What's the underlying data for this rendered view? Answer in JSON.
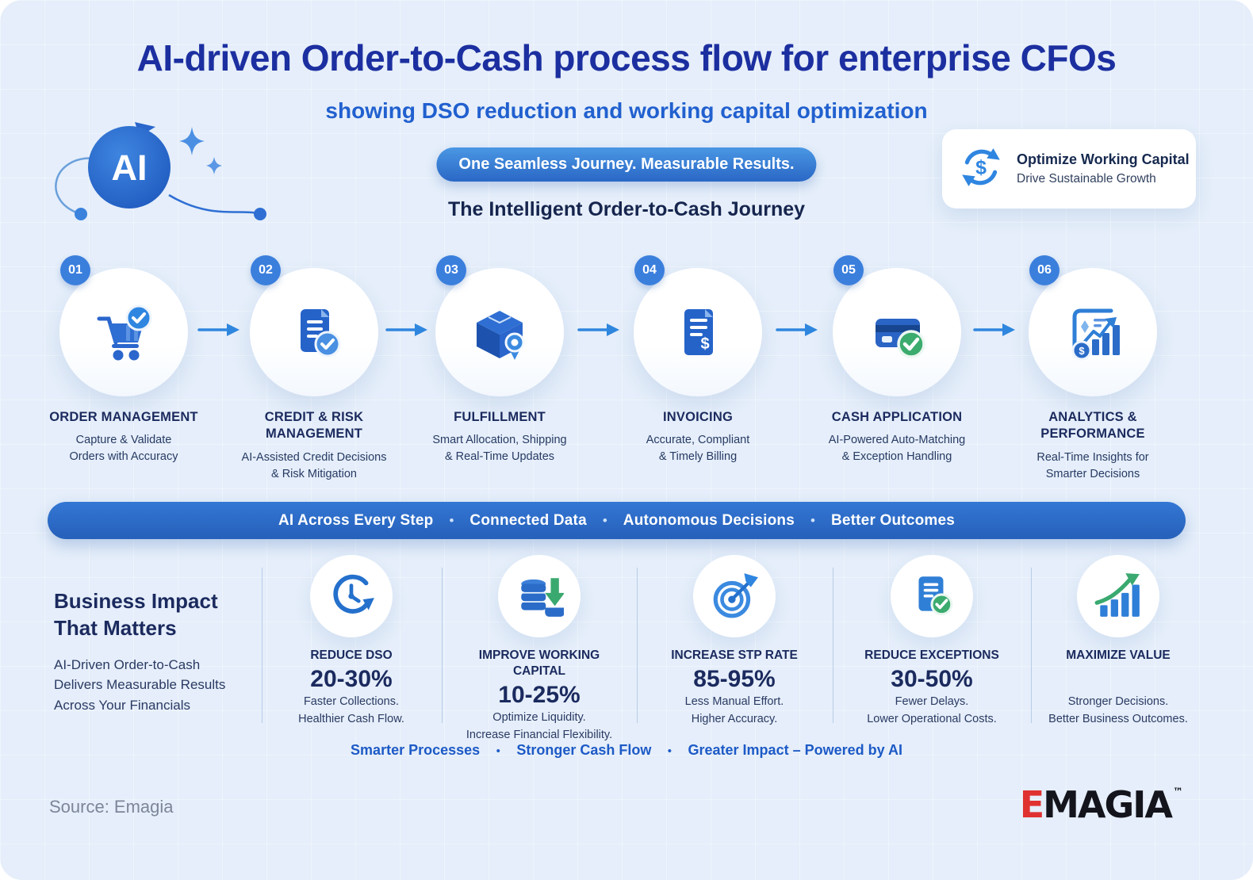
{
  "page": {
    "title": "AI-driven Order-to-Cash process flow for enterprise CFOs",
    "subtitle": "showing DSO reduction and working capital optimization",
    "pill": "One Seamless Journey. Measurable Results.",
    "journey_heading": "The Intelligent Order-to-Cash Journey"
  },
  "ai_badge": {
    "label": "AI",
    "icon": "ai-sparkle-network-icon"
  },
  "capital_card": {
    "icon": "dollar-refresh-icon",
    "title": "Optimize Working Capital",
    "subtitle": "Drive Sustainable Growth"
  },
  "steps": [
    {
      "number": "01",
      "icon": "shopping-cart-check-icon",
      "title": "ORDER MANAGEMENT",
      "desc_line1": "Capture & Validate",
      "desc_line2": "Orders with Accuracy"
    },
    {
      "number": "02",
      "icon": "document-check-icon",
      "title": "CREDIT & RISK MANAGEMENT",
      "desc_line1": "AI-Assisted Credit Decisions",
      "desc_line2": "& Risk Mitigation"
    },
    {
      "number": "03",
      "icon": "package-location-icon",
      "title": "FULFILLMENT",
      "desc_line1": "Smart Allocation, Shipping",
      "desc_line2": "& Real-Time Updates"
    },
    {
      "number": "04",
      "icon": "invoice-dollar-icon",
      "title": "INVOICING",
      "desc_line1": "Accurate, Compliant",
      "desc_line2": "& Timely Billing"
    },
    {
      "number": "05",
      "icon": "credit-card-check-icon",
      "title": "CASH APPLICATION",
      "desc_line1": "AI-Powered Auto-Matching",
      "desc_line2": "& Exception Handling"
    },
    {
      "number": "06",
      "icon": "analytics-chart-icon",
      "title": "ANALYTICS & PERFORMANCE",
      "desc_line1": "Real-Time Insights for",
      "desc_line2": "Smarter Decisions"
    }
  ],
  "banner": {
    "separator": "•",
    "items": [
      "AI Across Every Step",
      "Connected Data",
      "Autonomous Decisions",
      "Better Outcomes"
    ]
  },
  "impact": {
    "heading_line1": "Business Impact",
    "heading_line2": "That Matters",
    "paragraph": "AI-Driven Order-to-Cash Delivers Measurable Results Across Your Financials",
    "stats": [
      {
        "icon": "clock-refresh-icon",
        "title": "REDUCE DSO",
        "value": "20-30%",
        "desc_line1": "Faster Collections.",
        "desc_line2": "Healthier Cash Flow."
      },
      {
        "icon": "coins-down-arrow-icon",
        "title": "IMPROVE WORKING CAPITAL",
        "value": "10-25%",
        "desc_line1": "Optimize Liquidity.",
        "desc_line2": "Increase Financial Flexibility."
      },
      {
        "icon": "target-dart-icon",
        "title": "INCREASE STP RATE",
        "value": "85-95%",
        "desc_line1": "Less Manual Effort.",
        "desc_line2": "Higher Accuracy."
      },
      {
        "icon": "document-check-green-icon",
        "title": "REDUCE EXCEPTIONS",
        "value": "30-50%",
        "desc_line1": "Fewer Delays.",
        "desc_line2": "Lower Operational Costs."
      },
      {
        "icon": "growth-bars-icon",
        "title": "MAXIMIZE VALUE",
        "value": "",
        "desc_line1": "Stronger Decisions.",
        "desc_line2": "Better Business Outcomes."
      }
    ]
  },
  "footer": {
    "tagline_separator": "•",
    "tagline_items": [
      "Smarter Processes",
      "Stronger Cash Flow",
      "Greater Impact – Powered by AI"
    ],
    "source": "Source: Emagia",
    "logo": {
      "first": "E",
      "rest": "MAGIA",
      "tm": "™"
    }
  },
  "colors": {
    "title_blue": "#1c2fa0",
    "accent_blue": "#2f7fd6",
    "navy": "#1b2a5e",
    "banner_blue": "#2b6ac6",
    "green": "#3cab6e",
    "logo_red": "#e03131"
  }
}
